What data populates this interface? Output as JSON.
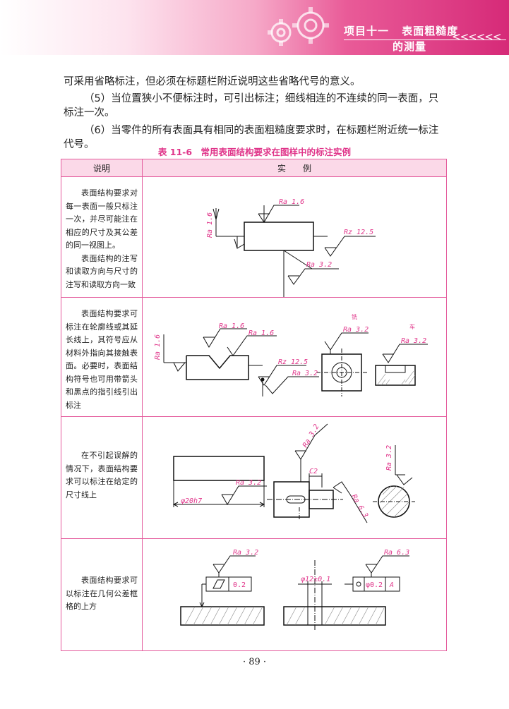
{
  "header": {
    "project": "项目十一",
    "title_line1": "表面粗糙度",
    "title_line2": "的测量",
    "arrows": "<<<<<<"
  },
  "paragraphs": [
    "可采用省略标注，但必须在标题栏附近说明这些省略代号的意义。",
    "（5）当位置狭小不便标注时，可引出标注；细线相连的不连续的同一表面，只标注一次。",
    "（6）当零件的所有表面具有相同的表面粗糙度要求时，在标题栏附近统一标注代号。"
  ],
  "table": {
    "caption": "表 11-6　常用表面结构要求在图样中的标注实例",
    "col_desc": "说明",
    "col_example": "实　　例",
    "rows": [
      {
        "desc": [
          "表面结构要求对每一表面一般只标注一次，并尽可能注在相应的尺寸及其公差的同一视图上。",
          "表面结构的注写和读取方向与尺寸的注写和读取方向一致"
        ],
        "labels": {
          "a": "Ra 1.6",
          "b": "Ra 1.6",
          "c": "Rz 12.5",
          "d": "Ra 3.2"
        }
      },
      {
        "desc": [
          "表面结构要求可标注在轮廓线或其延长线上，其符号应从材料外指向其接触表面。必要时，表面结构符号也可用带箭头和黑点的指引线引出标注"
        ],
        "labels": {
          "a": "Ra 1.6",
          "b": "Ra 1.6",
          "c": "Ra 1.6",
          "d": "Rz 12.5",
          "e": "Ra 3.2",
          "f": "Ra 3.2",
          "g": "Ra 3.2",
          "small1": "铣",
          "small2": "车"
        }
      },
      {
        "desc": [
          "在不引起误解的情况下，表面结构要求可以标注在给定的尺寸线上"
        ],
        "labels": {
          "dim": "φ20h7",
          "a": "Ra 3.2",
          "b": "Ra 3.2",
          "c": "C2",
          "d": "Ra 6.3",
          "e": "Ra 3.2"
        }
      },
      {
        "desc": [
          "表面结构要求可以标注在几何公差框格的上方"
        ],
        "labels": {
          "a": "Ra 3.2",
          "tol1": "0.2",
          "dim": "φ12±0.1",
          "b": "Ra 6.3",
          "tol2": "φ0.2",
          "datum": "A"
        }
      }
    ]
  },
  "page_number": "· 89 ·",
  "colors": {
    "accent": "#e0358a",
    "header_end": "#d62a78",
    "table_border": "#e45a9c",
    "table_head": "#fbd9e8"
  }
}
